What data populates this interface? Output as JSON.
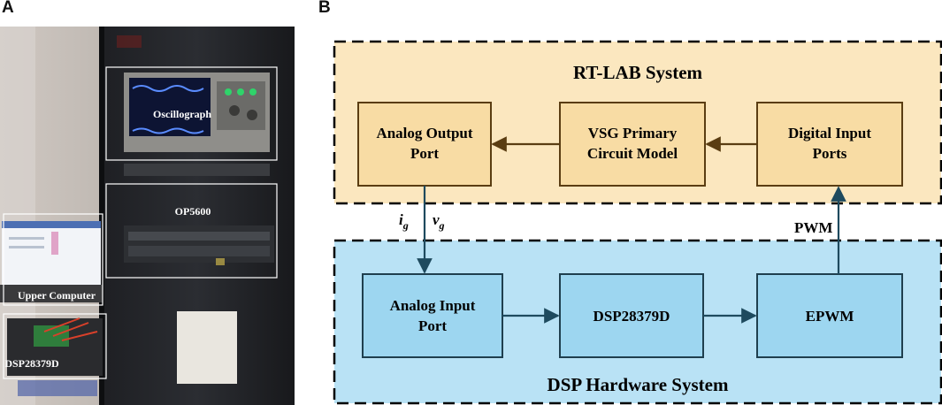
{
  "panels": {
    "a": {
      "letter": "A"
    },
    "b": {
      "letter": "B"
    }
  },
  "photo": {
    "labels": {
      "oscillograph": "Oscillograph",
      "op5600": "OP5600",
      "upper_computer": "Upper Computer",
      "dsp": "DSP28379D"
    }
  },
  "diagram": {
    "rtlab": {
      "title": "RT-LAB System",
      "analog_output": [
        "Analog Output",
        "Port"
      ],
      "vsg_model": [
        "VSG Primary",
        "Circuit Model"
      ],
      "digital_input": [
        "Digital Input",
        "Ports"
      ]
    },
    "dsp": {
      "title": "DSP Hardware System",
      "analog_input": [
        "Analog Input",
        "Port"
      ],
      "dsp_chip": "DSP28379D",
      "epwm": "EPWM"
    },
    "signals": {
      "i_main": "i",
      "i_sub": "g",
      "v_main": "v",
      "v_sub": "g",
      "pwm": "PWM"
    },
    "colors": {
      "rtlab_fill": "#fbe7bf",
      "dsp_fill": "#b9e2f5",
      "rtlab_box": "#f8dca4",
      "dsp_box": "#9dd6f0",
      "box_border": "#5a3d12",
      "dsp_box_border": "#1f3f4e",
      "arrow_rtlab": "#5a3d12",
      "arrow_dsp": "#1e4a5e"
    }
  }
}
